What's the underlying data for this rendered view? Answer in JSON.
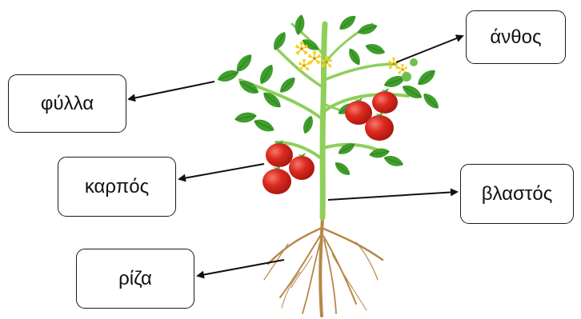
{
  "labels": {
    "flower": "άνθος",
    "leaves": "φύλλα",
    "fruit": "καρπός",
    "stem": "βλαστός",
    "root": "ρίζα"
  },
  "colors": {
    "stem": "#8fcf5a",
    "leaf": "#3f9e2c",
    "leaf_light": "#6cc04a",
    "tomato": "#dc2a20",
    "tomato_highlight": "#f47a6a",
    "flower": "#f5d21c",
    "root": "#b78748",
    "arrow": "#111111"
  }
}
